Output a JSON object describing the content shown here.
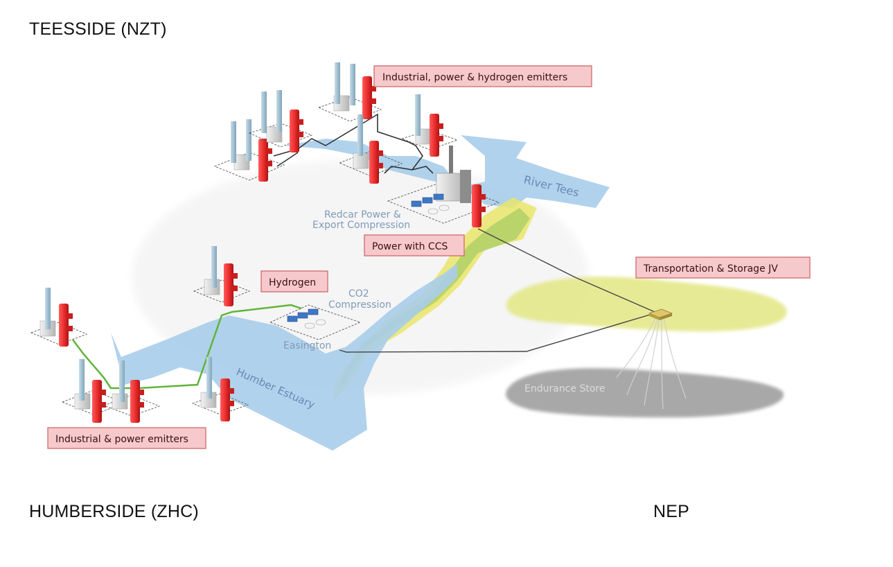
{
  "regions": {
    "teesside": "TEESSIDE (NZT)",
    "humberside": "HUMBERSIDE (ZHC)",
    "nep": "NEP"
  },
  "callouts": {
    "industrial_power_hydrogen": "Industrial, power & hydrogen emitters",
    "power_ccs": "Power with CCS",
    "transport_storage": "Transportation & Storage JV",
    "hydrogen": "Hydrogen",
    "industrial_power": "Industrial & power emitters"
  },
  "map_labels": {
    "river_tees": "River Tees",
    "humber_estuary": "Humber Estuary",
    "endurance_store": "Endurance Store",
    "redcar_line1": "Redcar Power &",
    "redcar_line2": "Export Compression",
    "co2_line1": "CO2",
    "co2_line2": "Compression",
    "easington": "Easington"
  },
  "colors": {
    "water": "#a9cdea",
    "pipeline_green": "#5fb43a",
    "pipeline_dark": "#333333",
    "offshore_zone": "#e4e88a",
    "store": "#9a9a9a",
    "emitter": "#e62828",
    "callout_fill": "#f6c9cc"
  }
}
